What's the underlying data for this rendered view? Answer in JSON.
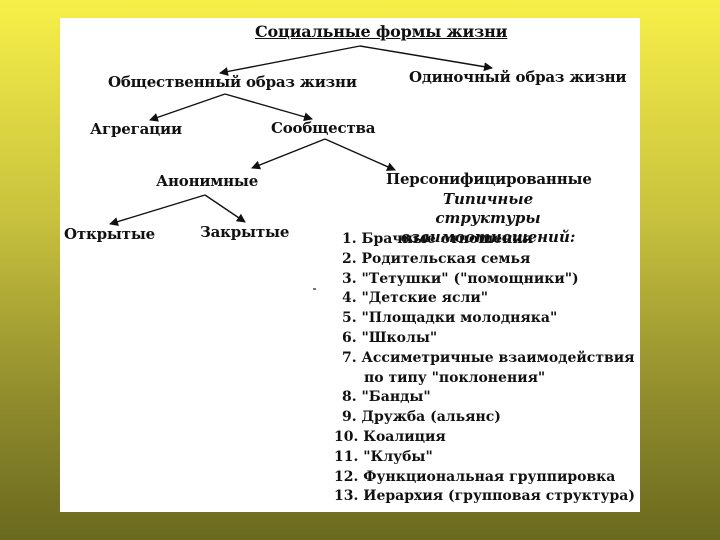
{
  "title": "Социальные формы жизни",
  "nodes": {
    "social": "Общественный образ жизни",
    "single": "Одиночный образ жизни",
    "aggregations": "Агрегации",
    "communities": "Сообщества",
    "anonymous": "Анонимные",
    "personified": "Персонифицированные",
    "open": "Открытые",
    "closed": "Закрытые"
  },
  "subheading": {
    "line1": "Типичные структуры",
    "line2": "взаимоотношений:"
  },
  "relationship_list": [
    "1. Брачные отношения",
    "2. Родительская семья",
    "3. \"Тетушки\" (\"помощники\")",
    "4. \"Детские ясли\"",
    "5. \"Площадки молодняка\"",
    "6. \"Школы\"",
    "7. Ассиметричные взаимодействия",
    "по типу \"поклонения\"",
    "8. \"Банды\"",
    "9. Дружба (альянс)",
    "10. Коалиция",
    "11. \"Клубы\"",
    "12. Функциональная группировка",
    "13. Иерархия (групповая структура)"
  ],
  "colors": {
    "background_top": "#f7ef48",
    "background_bottom": "#6a6a1f",
    "card": "#ffffff",
    "ink": "#111111"
  }
}
